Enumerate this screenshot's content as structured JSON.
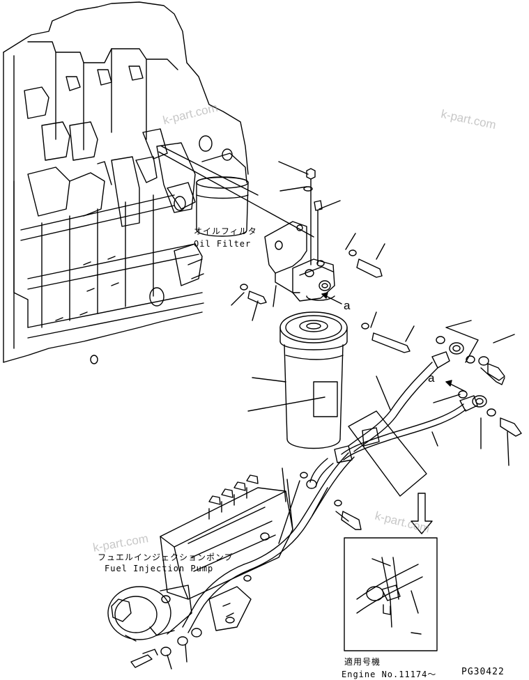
{
  "watermarks": [
    "k-part.com",
    "k-part.com",
    "k-part.com",
    "k-part.com"
  ],
  "labels": {
    "oil_filter_jp": "オイルフィルタ",
    "oil_filter_en": "Oil Filter",
    "pump_jp": "フュエルインジェクションポンプ",
    "pump_en": "Fuel Injection Pump",
    "callout_a1": "a",
    "callout_a2": "a",
    "detail_jp": "適用号機",
    "detail_en": "Engine No.11174～",
    "page_code": "PG30422"
  }
}
